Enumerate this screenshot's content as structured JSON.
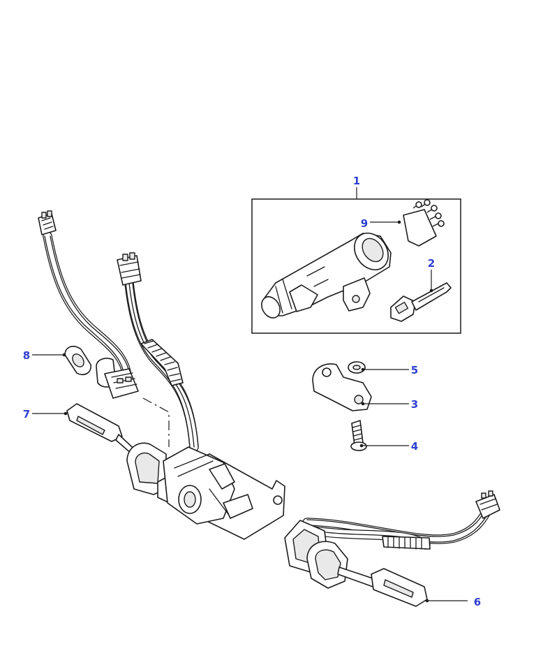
{
  "diagram": {
    "accent_color": "#2f3fd0",
    "line_color": "#1a1a1a",
    "callouts": [
      {
        "id": "1",
        "label": "1"
      },
      {
        "id": "2",
        "label": "2"
      },
      {
        "id": "3",
        "label": "3"
      },
      {
        "id": "4",
        "label": "4"
      },
      {
        "id": "5",
        "label": "5"
      },
      {
        "id": "6",
        "label": "6"
      },
      {
        "id": "7",
        "label": "7"
      },
      {
        "id": "8",
        "label": "8"
      },
      {
        "id": "9",
        "label": "9"
      }
    ]
  }
}
